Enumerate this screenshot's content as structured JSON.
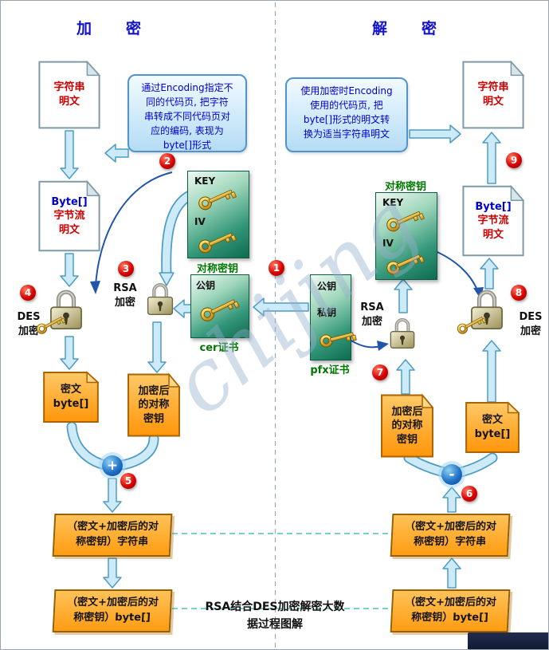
{
  "titles": {
    "encrypt": "加　密",
    "decrypt": "解　密"
  },
  "caption": "RSA结合DES加密解密大数\n据过程图解",
  "watermark": "chijing",
  "steps": [
    "1",
    "2",
    "3",
    "4",
    "5",
    "6",
    "7",
    "8",
    "9"
  ],
  "symbols": {
    "plus": "+",
    "minus": "-"
  },
  "colors": {
    "step_red": "#cc0000",
    "orange_fill": "#ffa127",
    "arrow_fill": "#cdeaf8",
    "arrow_stroke": "#4e9cc4",
    "blue_text": "#0000cc",
    "green_text": "#007700",
    "red_text": "#cc0000"
  },
  "encrypt": {
    "callout": "通过Encoding指定不\n同的代码页, 把字符\n串转成不同代码页对\n应的编码, 表现为\nbyte[]形式",
    "doc_plain": "字符串\n明文",
    "doc_bytes_prefix": "Byte[]",
    "doc_bytes_body": "字节流\n明文",
    "sym_key_label": "KEY",
    "sym_iv_label": "IV",
    "sym_caption": "对称密钥",
    "rsa_label": "RSA\n加密",
    "cert_key_label": "公钥",
    "cert_caption": "cer证书",
    "des_label": "DES\n加密",
    "doc_cipher": "密文\nbyte[]",
    "doc_enc_key": "加密后\n的对称\n密钥",
    "box_string": "（密文+加密后的对\n称密钥）字符串",
    "box_bytes": "（密文+加密后的对\n称密钥）byte[]"
  },
  "decrypt": {
    "callout": "使用加密时Encoding\n使用的代码页, 把\nbyte[]形式的明文转\n换为适当字符串明文",
    "doc_plain": "字符串\n明文",
    "doc_bytes_prefix": "Byte[]",
    "doc_bytes_body": "字节流\n明文",
    "sym_key_label": "KEY",
    "sym_iv_label": "IV",
    "sym_caption": "对称密钥",
    "rsa_label": "RSA\n加密",
    "cert_pub_label": "公钥",
    "cert_priv_label": "私钥",
    "cert_caption": "pfx证书",
    "des_label": "DES\n加密",
    "doc_cipher": "密文\nbyte[]",
    "doc_enc_key": "加密后\n的对称\n密钥",
    "box_string": "（密文+加密后的对\n称密钥）字符串",
    "box_bytes": "（密文+加密后的对\n称密钥）byte[]"
  }
}
